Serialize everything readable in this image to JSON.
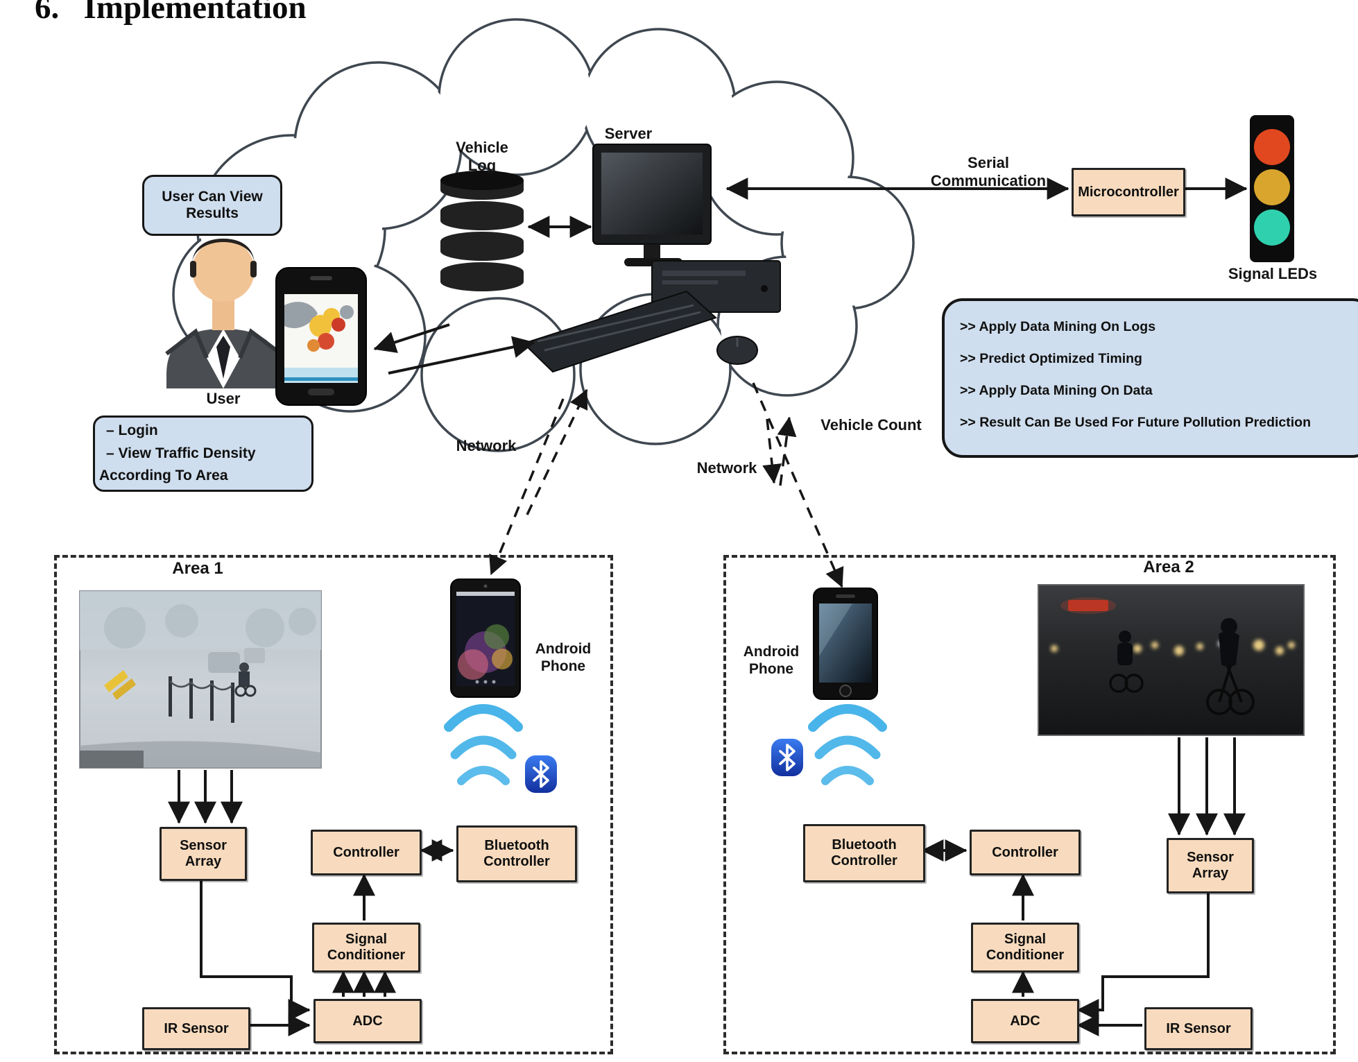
{
  "heading": "6.   Implementation",
  "colors": {
    "peach_box": "#f8dbbe",
    "blue_box": "#cfdeee",
    "arrow": "#161616",
    "led_red": "#e2481f",
    "led_amber": "#d9a52c",
    "led_green": "#2fd0ad",
    "bluetooth_blue": "#2a5fd0",
    "wifi_blue": "#3fb0e8"
  },
  "user_section": {
    "results_box": "User Can View\nResults",
    "user_label": "User",
    "login_lines": [
      "–  Login",
      "–  View Traffic Density",
      "According To Area"
    ]
  },
  "cloud": {
    "vehicle_log": "Vehicle\nLog",
    "server": "Server"
  },
  "control": {
    "serial": "Serial\nCommunication",
    "microcontroller": "Microcontroller",
    "signal_leds": "Signal LEDs"
  },
  "info_box": {
    "items": [
      ">>  Apply Data Mining On Logs",
      ">>  Predict Optimized Timing",
      ">>  Apply Data Mining On Data",
      ">>  Result Can Be Used For Future Pollution Prediction"
    ]
  },
  "links": {
    "network_left": "Network",
    "network_right": "Network",
    "vehicle_count": "Vehicle Count"
  },
  "area1": {
    "title": "Area 1",
    "android_phone": "Android\nPhone",
    "sensor_array": "Sensor\nArray",
    "controller": "Controller",
    "bluetooth_controller": "Bluetooth\nController",
    "signal_conditioner": "Signal\nConditioner",
    "adc": "ADC",
    "ir_sensor": "IR Sensor"
  },
  "area2": {
    "title": "Area 2",
    "android_phone": "Android\nPhone",
    "sensor_array": "Sensor\nArray",
    "controller": "Controller",
    "bluetooth_controller": "Bluetooth\nController",
    "signal_conditioner": "Signal\nConditioner",
    "adc": "ADC",
    "ir_sensor": "IR Sensor"
  }
}
